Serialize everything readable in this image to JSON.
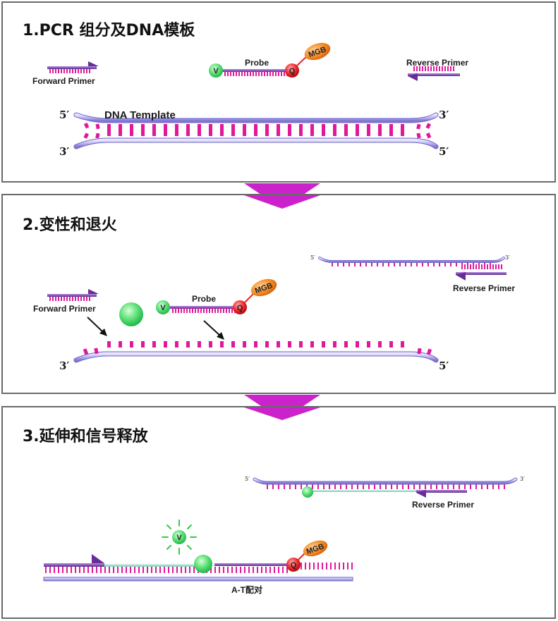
{
  "panels": [
    {
      "title": "1.PCR 组分及DNA模板"
    },
    {
      "title": "2.变性和退火"
    },
    {
      "title": "3.延伸和信号释放"
    }
  ],
  "labels": {
    "forward_primer": "Forward Primer",
    "reverse_primer": "Reverse Primer",
    "probe": "Probe",
    "dna_template": "DNA Template",
    "at_pair": "A-T配对",
    "five_prime": "5′",
    "three_prime": "3′",
    "reporter": "V",
    "quencher": "Q",
    "mgb": "MGB"
  },
  "colors": {
    "strand": "#b8b3ea",
    "strand_edge": "#6d64c4",
    "base": "#e0189a",
    "primer": "#7d3fa8",
    "arrow_fill": "#cc22cc",
    "reporter": "#55dd66",
    "quencher": "#e8262a",
    "mgb": "#f07a1e",
    "extension": "#9ad9c8"
  }
}
